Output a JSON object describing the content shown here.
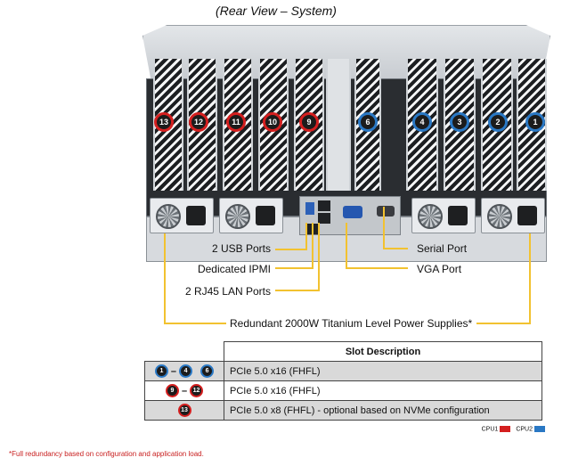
{
  "title": "(Rear View – System)",
  "callouts": {
    "usb": "2 USB Ports",
    "ipmi": "Dedicated IPMI",
    "lan": "2 RJ45 LAN Ports",
    "serial": "Serial Port",
    "vga": "VGA Port",
    "psu": "Redundant 2000W Titanium Level Power Supplies*"
  },
  "slots": [
    {
      "num": "13",
      "cpu": "CPU1"
    },
    {
      "num": "12",
      "cpu": "CPU1"
    },
    {
      "num": "11",
      "cpu": "CPU1"
    },
    {
      "num": "10",
      "cpu": "CPU1"
    },
    {
      "num": "9",
      "cpu": "CPU1"
    },
    {
      "num": "6",
      "cpu": "CPU2"
    },
    {
      "num": "4",
      "cpu": "CPU2"
    },
    {
      "num": "3",
      "cpu": "CPU2"
    },
    {
      "num": "2",
      "cpu": "CPU2"
    },
    {
      "num": "1",
      "cpu": "CPU2"
    }
  ],
  "table": {
    "header": "Slot Description",
    "rows": [
      {
        "from": "1",
        "to": "4",
        "extra": "6",
        "color": "blue",
        "desc": "PCIe 5.0 x16 (FHFL)"
      },
      {
        "from": "9",
        "to": "12",
        "extra": "",
        "color": "red",
        "desc": "PCIe 5.0 x16 (FHFL)"
      },
      {
        "from": "13",
        "to": "",
        "extra": "",
        "color": "red",
        "desc": "PCIe 5.0 x8 (FHFL) - optional based on NVMe configuration"
      }
    ]
  },
  "legend": {
    "cpu1": "CPU1",
    "cpu2": "CPU2",
    "cpu1_color": "#d41f1f",
    "cpu2_color": "#2a78c4"
  },
  "footnote": "*Full redundancy based on configuration and application load."
}
